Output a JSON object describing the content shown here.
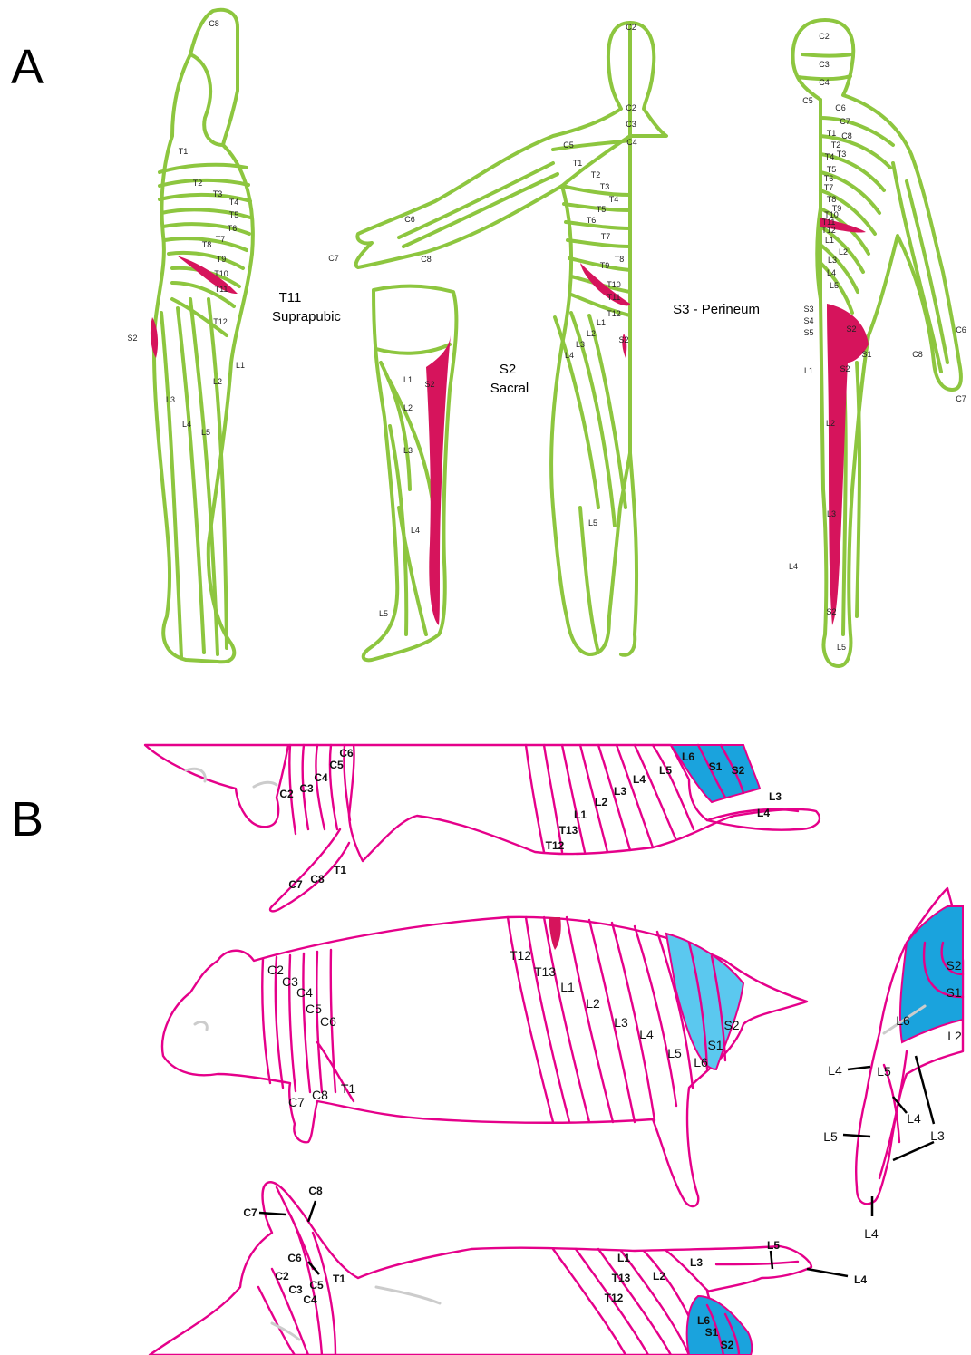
{
  "panels": {
    "a": {
      "letter": "A",
      "captions": {
        "t11": [
          "T11",
          "Suprapubic"
        ],
        "s2": [
          "S2",
          "Sacral"
        ],
        "s3": "S3 - Perineum"
      },
      "side_view": {
        "labels": [
          "C8",
          "T1",
          "T2",
          "T3",
          "T4",
          "T5",
          "T6",
          "T7",
          "T8",
          "T9",
          "T10",
          "T11",
          "T12",
          "L1",
          "L2",
          "L3",
          "L4",
          "L5",
          "S2"
        ]
      },
      "leg_view": {
        "labels": [
          "L1",
          "S2",
          "L2",
          "L3",
          "L4",
          "L5"
        ]
      },
      "front_view": {
        "labels": [
          "C2",
          "C2",
          "C3",
          "C4",
          "C5",
          "T1",
          "T2",
          "T3",
          "T4",
          "T5",
          "T6",
          "T7",
          "T8",
          "T9",
          "T10",
          "T11",
          "T12",
          "L1",
          "L2",
          "L3",
          "L4",
          "L5",
          "S2",
          "C6",
          "C7",
          "C8"
        ]
      },
      "back_view": {
        "labels": [
          "C2",
          "C3",
          "C4",
          "C5",
          "C6",
          "C7",
          "C8",
          "T1",
          "T2",
          "T3",
          "T4",
          "T5",
          "T6",
          "T7",
          "T8",
          "T9",
          "T10",
          "T11",
          "T12",
          "L1",
          "L2",
          "L3",
          "L4",
          "L5",
          "S3",
          "S4",
          "S5",
          "S2",
          "S1",
          "L1",
          "S2",
          "L2",
          "L3",
          "L4",
          "S2",
          "L5",
          "C6",
          "C8",
          "C7"
        ]
      },
      "colors": {
        "outline": "#8dc63f",
        "highlight": "#d6145c"
      }
    },
    "b": {
      "letter": "B",
      "top_view": {
        "labels": [
          "C6",
          "C5",
          "C4",
          "C3",
          "C2",
          "C7",
          "C8",
          "T1",
          "L6",
          "S1",
          "S2",
          "L5",
          "L4",
          "L3",
          "L2",
          "L1",
          "T13",
          "T12",
          "L3",
          "L4"
        ]
      },
      "side_view": {
        "labels": [
          "C2",
          "C3",
          "C4",
          "C5",
          "C6",
          "C7",
          "C8",
          "T1",
          "T12",
          "T13",
          "L1",
          "L2",
          "L3",
          "L4",
          "L5",
          "L6",
          "S1",
          "S2"
        ]
      },
      "hindlimb_view": {
        "labels": [
          "S2",
          "S1",
          "L6",
          "L2",
          "L4",
          "L5",
          "L4",
          "L3",
          "L5",
          "L4"
        ]
      },
      "bottom_view": {
        "labels": [
          "C8",
          "C7",
          "C6",
          "T1",
          "C5",
          "C2",
          "C3",
          "C4",
          "L1",
          "T13",
          "T12",
          "L2",
          "L3",
          "L5",
          "L4",
          "L6",
          "S1",
          "S2"
        ]
      },
      "colors": {
        "outline": "#e5008a",
        "sacral": "#1aa3dd",
        "sacral_light": "#5bc8ef"
      }
    }
  }
}
